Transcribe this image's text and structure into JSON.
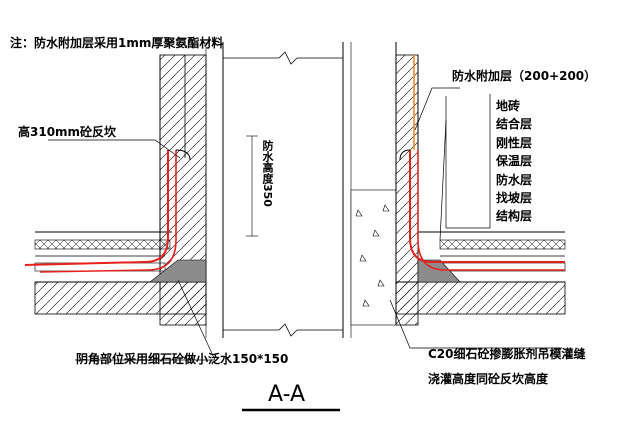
{
  "note": "注：防水附加层采用1mm厚聚氨酯材料",
  "labels": {
    "curb_height": "高310mm砼反坎",
    "additional_layer": "防水附加层（200+200）",
    "waterproof_height": "防水高度350",
    "fillet_note": "阴角部位采用细石砼做小泛水150*150",
    "c20_note": "C20细石砼掺膨胀剂吊模灌缝",
    "pour_note": "浇灌高度同砼反坎高度",
    "section_title": "A-A"
  },
  "layers": [
    "地砖",
    "结合层",
    "刚性层",
    "保温层",
    "防水层",
    "找坡层",
    "结构层"
  ],
  "colors": {
    "membrane": "#e8201c",
    "additional_layer": "#f08c1e",
    "fillet": "#8c8c8c",
    "line": "#000000"
  }
}
